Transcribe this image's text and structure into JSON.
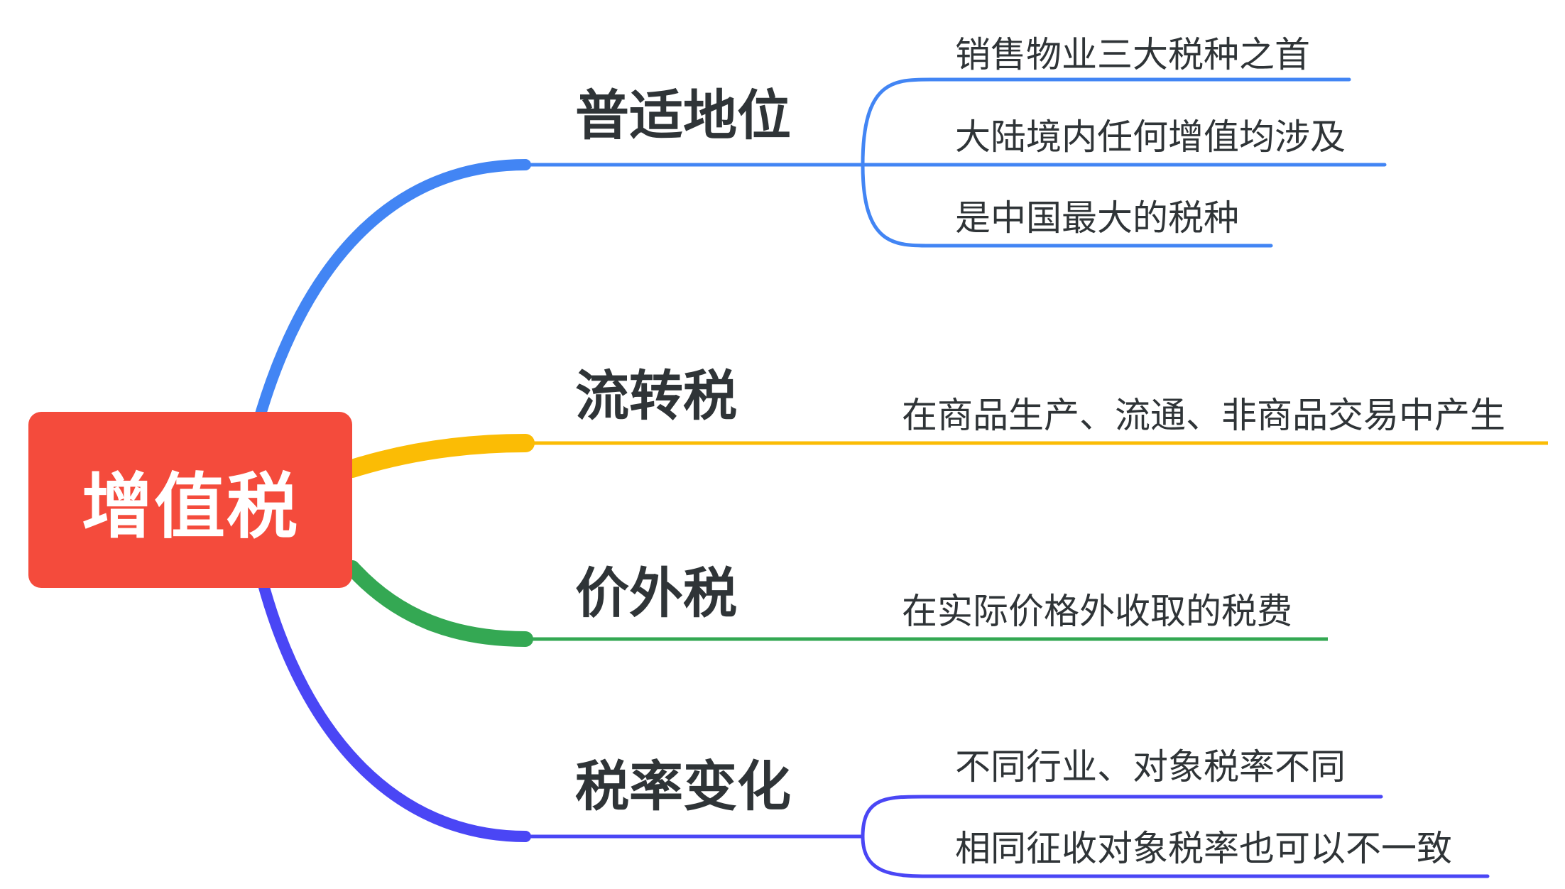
{
  "root": {
    "label": "增值税",
    "color": "#f44b3c"
  },
  "branches": [
    {
      "label": "普适地位",
      "color": "#4285f4",
      "leaves": [
        "销售物业三大税种之首",
        "大陆境内任何增值均涉及",
        "是中国最大的税种"
      ]
    },
    {
      "label": "流转税",
      "color": "#fbbc05",
      "leaves": [
        "在商品生产、流通、非商品交易中产生"
      ]
    },
    {
      "label": "价外税",
      "color": "#34a853",
      "leaves": [
        "在实际价格外收取的税费"
      ]
    },
    {
      "label": "税率变化",
      "color": "#4a46f5",
      "leaves": [
        "不同行业、对象税率不同",
        "相同征收对象税率也可以不一致"
      ]
    }
  ]
}
